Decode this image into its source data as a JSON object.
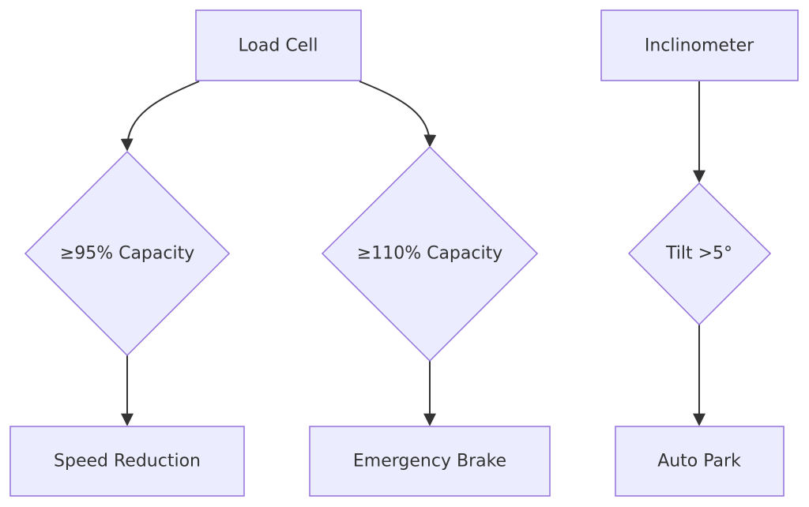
{
  "nodes": {
    "load_cell": "Load Cell",
    "inclinometer": "Inclinometer",
    "cap95": "≥95% Capacity",
    "cap110": "≥110% Capacity",
    "tilt": "Tilt >5°",
    "speed_reduction": "Speed Reduction",
    "emergency_brake": "Emergency Brake",
    "auto_park": "Auto Park"
  },
  "edges": [
    {
      "from": "load_cell",
      "to": "cap95"
    },
    {
      "from": "load_cell",
      "to": "cap110"
    },
    {
      "from": "inclinometer",
      "to": "tilt"
    },
    {
      "from": "cap95",
      "to": "speed_reduction"
    },
    {
      "from": "cap110",
      "to": "emergency_brake"
    },
    {
      "from": "tilt",
      "to": "auto_park"
    }
  ],
  "colors": {
    "node_fill": "#ececff",
    "node_stroke": "#9370db",
    "edge": "#333333",
    "text": "#333333"
  }
}
